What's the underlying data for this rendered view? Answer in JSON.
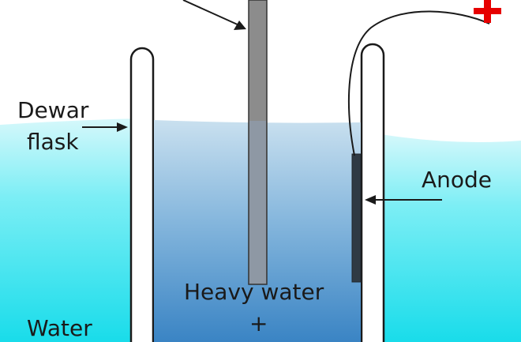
{
  "labels": {
    "dewar_line1": "Dewar",
    "dewar_line2": "flask",
    "anode": "Anode",
    "heavy_water": "Heavy water",
    "plus_sign": "+",
    "water": "Water"
  },
  "polarity_symbol_color": "#e60000",
  "colors": {
    "outer_water_top": "#d6f8fb",
    "outer_water_bottom": "#19dcea",
    "inner_water_top": "#c2dbec",
    "inner_water_bottom": "#3a84c4",
    "cathode_rod": "#8c8c8c",
    "anode_plate": "#2f3a44",
    "flask_wall": "#ffffff",
    "outline": "#1a1a1a"
  }
}
